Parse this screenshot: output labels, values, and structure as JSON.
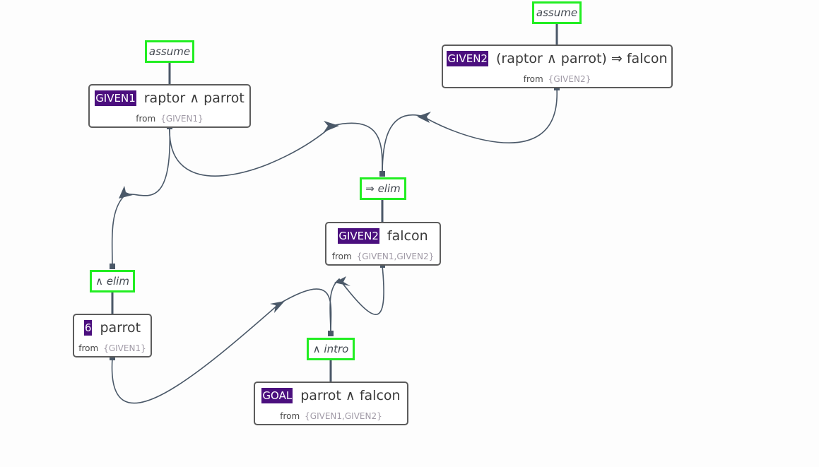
{
  "rules": {
    "assume_a": "assume",
    "assume_b": "assume",
    "imp_elim": "⇒ elim",
    "and_elim": "∧ elim",
    "and_intro": "∧ intro"
  },
  "nodes": {
    "given1": {
      "tag": "GIVEN1",
      "formula": "raptor ∧ parrot",
      "from_label": "from",
      "from_set": "{GIVEN1}"
    },
    "given2": {
      "tag": "GIVEN2",
      "formula": "(raptor ∧ parrot) ⇒ falcon",
      "from_label": "from",
      "from_set": "{GIVEN2}"
    },
    "falcon": {
      "tag": "GIVEN2",
      "formula": "falcon",
      "from_label": "from",
      "from_set": "{GIVEN1,GIVEN2}"
    },
    "parrot": {
      "tag": "6",
      "formula": "parrot",
      "from_label": "from",
      "from_set": "{GIVEN1}"
    },
    "goal": {
      "tag": "GOAL",
      "formula": "parrot ∧ falcon",
      "from_label": "from",
      "from_set": "{GIVEN1,GIVEN2}"
    }
  },
  "colors": {
    "rule_border": "#22ee22",
    "tag_background": "#4b0f7e",
    "wire": "#4a5868"
  }
}
